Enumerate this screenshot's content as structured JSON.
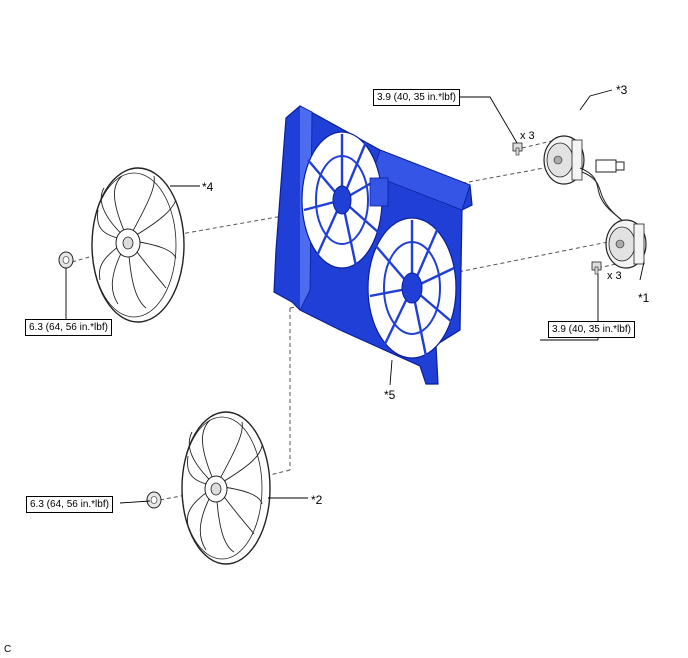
{
  "torque": {
    "motor_bolts_top": "3.9 (40, 35 in.*lbf)",
    "motor_bolts_bottom": "3.9 (40, 35 in.*lbf)",
    "fan_nut_upper": "6.3 (64, 56 in.*lbf)",
    "fan_nut_lower": "6.3 (64, 56 in.*lbf)"
  },
  "quantity": {
    "top": "x 3",
    "bottom": "x 3"
  },
  "callouts": {
    "c1": "*1",
    "c2": "*2",
    "c3": "*3",
    "c4": "*4",
    "c5": "*5"
  },
  "figure_id": "C",
  "colors": {
    "shroud": "#1f3fd6",
    "shroud_dark": "#0a1f9a",
    "shroud_light": "#4d6cf0",
    "line": "#000000",
    "dash": "#555555"
  }
}
